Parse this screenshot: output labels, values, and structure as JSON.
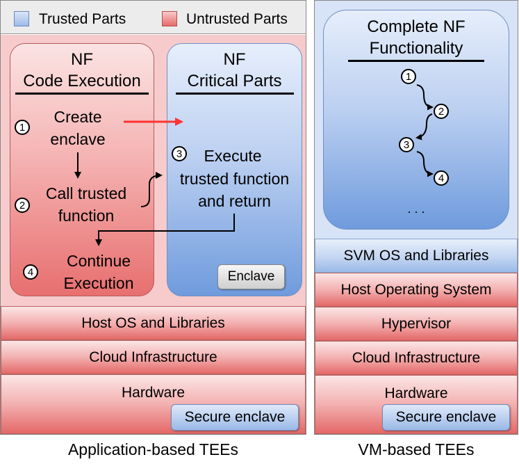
{
  "legend": {
    "trusted": "Trusted Parts",
    "untrusted": "Untrusted Parts"
  },
  "left": {
    "code_exec_title": [
      "NF",
      "Code Execution"
    ],
    "critical_title": [
      "NF",
      "Critical Parts"
    ],
    "steps": {
      "n1": "1",
      "n2": "2",
      "n3": "3",
      "n4": "4",
      "create": [
        "Create",
        "enclave"
      ],
      "call": [
        "Call trusted",
        "function"
      ],
      "execute": [
        "Execute",
        "trusted function",
        "and return"
      ],
      "continue": [
        "Continue",
        "Execution"
      ]
    },
    "enclave_button": "Enclave",
    "layers": [
      "Host OS and Libraries",
      "Cloud Infrastructure",
      "Hardware"
    ],
    "secure_enclave": "Secure enclave",
    "caption": "Application-based TEEs"
  },
  "right": {
    "title": [
      "Complete NF",
      "Functionality"
    ],
    "steps": [
      "1",
      "2",
      "3",
      "4"
    ],
    "ellipsis": ". . .",
    "layers": [
      "SVM OS and Libraries",
      "Host Operating System",
      "Hypervisor",
      "Cloud Infrastructure",
      "Hardware"
    ],
    "secure_enclave": "Secure enclave",
    "caption": "VM-based TEEs"
  },
  "colors": {
    "trusted": "#a9c4ee",
    "untrusted": "#ec8080",
    "arrow_red": "#ff3333"
  }
}
